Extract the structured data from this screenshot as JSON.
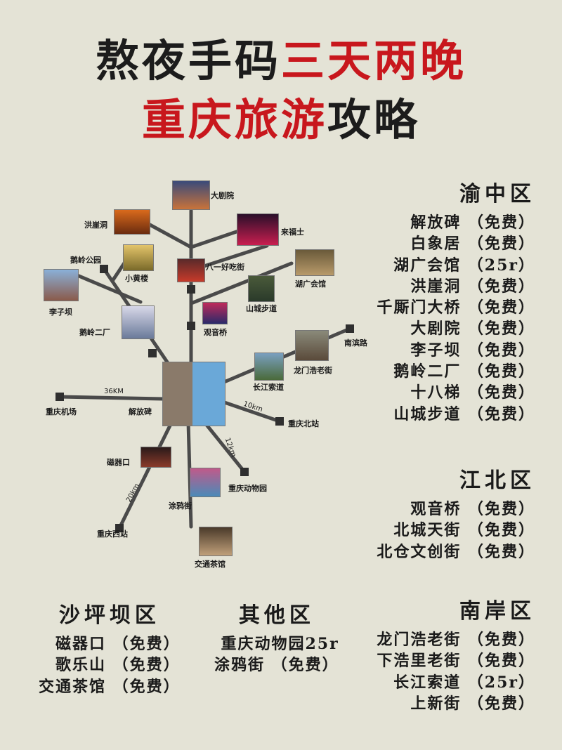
{
  "title": {
    "line1_a": "熬夜手码",
    "line1_b": "三天两晚",
    "line2_a": "重庆旅游",
    "line2_b": "攻略"
  },
  "colors": {
    "red": "#c8171d",
    "background": "#e4e3d6",
    "line": "#4a4a4a"
  },
  "districts": {
    "yuzhong": {
      "title": "渝中区",
      "items": [
        "解放碑 （免费）",
        "白象居 （免费）",
        "湖广会馆 （25r）",
        "洪崖洞 （免费）",
        "千厮门大桥 （免费）",
        "大剧院 （免费）",
        "李子坝 （免费）",
        "鹅岭二厂 （免费）",
        "十八梯 （免费）",
        "山城步道 （免费）"
      ]
    },
    "jiangbei": {
      "title": "江北区",
      "items": [
        "观音桥 （免费）",
        "北城天街 （免费）",
        "北仓文创街 （免费）"
      ]
    },
    "shapingba": {
      "title": "沙坪坝区",
      "items": [
        "磁器口 （免费）",
        "歌乐山 （免费）",
        "交通茶馆 （免费）"
      ]
    },
    "other": {
      "title": "其他区",
      "items": [
        "重庆动物园25r",
        "涂鸦街 （免费）"
      ]
    },
    "nanan": {
      "title": "南岸区",
      "items": [
        "龙门浩老街 （免费）",
        "下浩里老街 （免费）",
        "长江索道 （25r）",
        "上新街 （免费）"
      ]
    }
  },
  "map": {
    "labels": {
      "dajuyuan": "大剧院",
      "honyadong": "洪崖洞",
      "laifushi": "来福士",
      "bayi": "八一好吃街",
      "eling_park": "鹅岭公园",
      "xiaohuanglou": "小黄楼",
      "huguang": "湖广会馆",
      "liziba": "李子坝",
      "shancheng": "山城步道",
      "eling2": "鹅岭二厂",
      "guanyinqiao": "观音桥",
      "nanbin": "南滨路",
      "longmen": "龙门浩老街",
      "suodao": "长江索道",
      "airport": "重庆机场",
      "jiefangbei": "解放碑",
      "north": "重庆北站",
      "ciqikou": "磁器口",
      "zoo": "重庆动物园",
      "tuya": "涂鸦街",
      "west": "重庆西站",
      "teahouse": "交通茶馆"
    },
    "distances": {
      "airport": "36KM",
      "north": "10km",
      "zoo": "12km",
      "west": "20km"
    }
  }
}
